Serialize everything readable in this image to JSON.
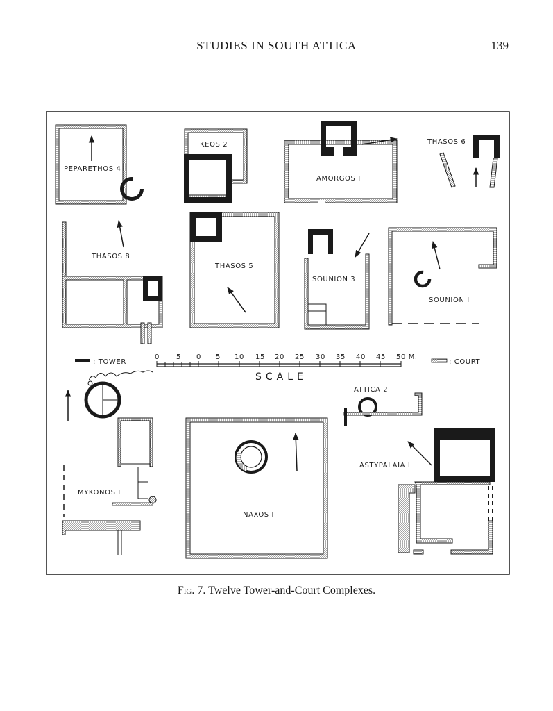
{
  "header": {
    "title": "STUDIES IN SOUTH ATTICA",
    "page_number": "139"
  },
  "figure": {
    "labels": {
      "peparethos4": "PEPARETHOS 4",
      "keos2": "KEOS 2",
      "amorgos1": "AMORGOS I",
      "thasos6": "THASOS 6",
      "thasos8": "THASOS 8",
      "thasos5": "THASOS 5",
      "sounion3": "SOUNION 3",
      "sounion1": "SOUNION I",
      "attica2": "ATTICA 2",
      "astypalaia1": "ASTYPALAIA I",
      "mykonos1": "MYKONOS I",
      "naxos1": "NAXOS I"
    },
    "legend": {
      "tower": ": TOWER",
      "court": ": COURT"
    },
    "scale": {
      "word": "SCALE",
      "ticks": [
        "0",
        "5",
        "0",
        "5",
        "10",
        "15",
        "20",
        "25",
        "30",
        "35",
        "40",
        "45",
        "50 M."
      ]
    }
  },
  "caption": {
    "label": "Fig. 7.",
    "text": "Twelve Tower-and-Court Complexes."
  }
}
